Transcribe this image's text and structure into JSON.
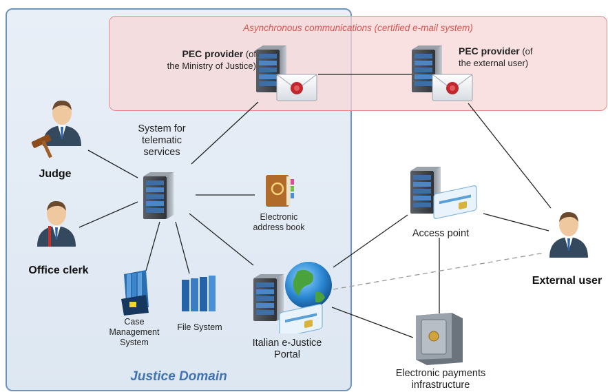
{
  "regions": {
    "async_label": "Asynchronous communications (certified e-mail system)",
    "domain_label": "Justice Domain"
  },
  "nodes": {
    "pec_moj": {
      "bold": "PEC provider",
      "rest1": " (of",
      "rest2": "the Ministry of Justice)"
    },
    "pec_ext": {
      "bold": "PEC provider",
      "rest1": " (of",
      "rest2": "the external user)"
    },
    "system_label": [
      "System for",
      "telematic",
      "services"
    ],
    "judge": "Judge",
    "office_clerk": "Office clerk",
    "address_book": [
      "Electronic",
      "address book"
    ],
    "case_mgmt": [
      "Case",
      "Management",
      "System"
    ],
    "file_system": "File System",
    "portal": [
      "Italian e-Justice",
      "Portal"
    ],
    "access_point": "Access point",
    "external_user": "External user",
    "payments": [
      "Electronic payments",
      "infrastructure"
    ]
  },
  "colors": {
    "domain_border": "#6f95bf",
    "async_border": "#e88a8a",
    "async_text": "#d9534f",
    "domain_text": "#3f73b3",
    "server": "#3d6fa6"
  }
}
